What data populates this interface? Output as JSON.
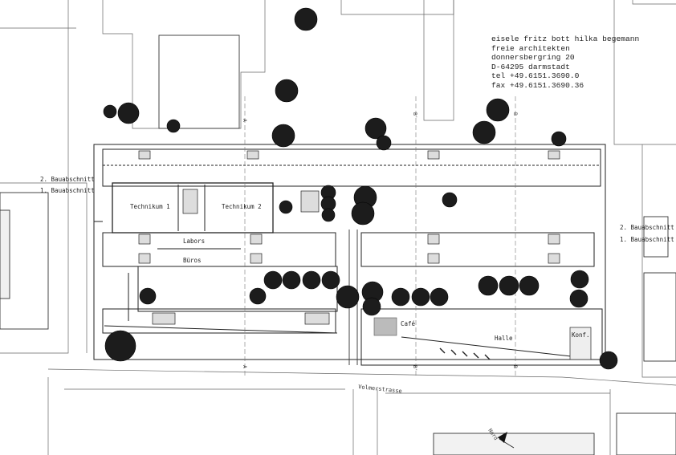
{
  "credits": {
    "lines": [
      "eisele fritz bott hilka begemann",
      "freie architekten",
      "donnersbergring 20",
      "D-64295 darmstadt",
      "tel +49.6151.3690.0",
      "fax +49.6151.3690.36"
    ]
  },
  "phases": {
    "left_2": "2. Bauabschnitt",
    "left_1": "1. Bauabschnitt",
    "right_2": "2. Bauabschnitt",
    "right_1": "1. Bauabschnitt"
  },
  "rooms": {
    "technikum1": "Technikum 1",
    "technikum2": "Technikum 2",
    "labors": "Labors",
    "bueros": "Büros",
    "cafe": "Café",
    "halle": "Halle",
    "konf": "Konf."
  },
  "street": "Volmerstrasse",
  "north": "Nord",
  "sections": {
    "a": "A",
    "b": "B",
    "b_prime": "B'"
  }
}
